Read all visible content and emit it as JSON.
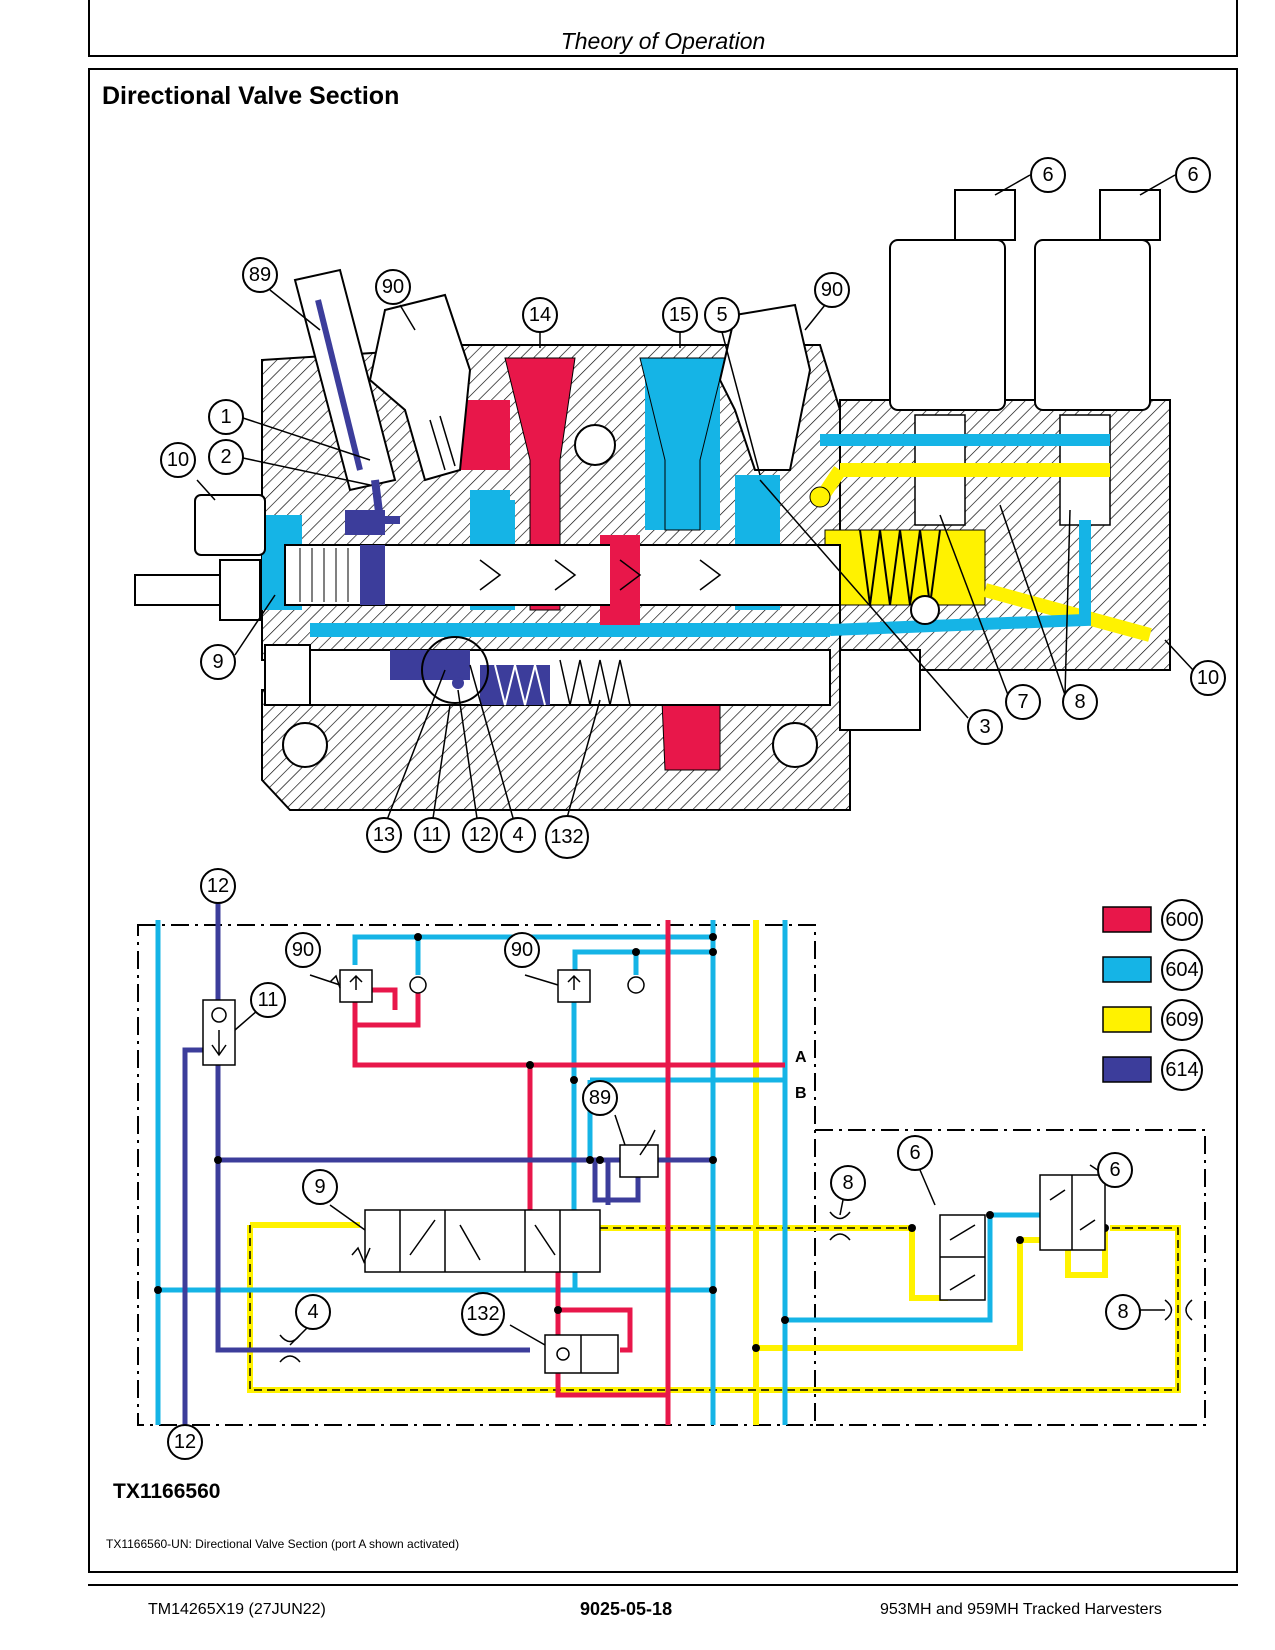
{
  "header": {
    "title": "Theory of Operation"
  },
  "section": {
    "title": "Directional Valve Section"
  },
  "colors": {
    "pressure": "#e8174a",
    "return": "#15b4e6",
    "pilot": "#fff200",
    "load_sense": "#3c3d9b"
  },
  "legend": [
    {
      "code": "600",
      "color": "#e8174a"
    },
    {
      "code": "604",
      "color": "#15b4e6"
    },
    {
      "code": "609",
      "color": "#fff200"
    },
    {
      "code": "614",
      "color": "#3c3d9b"
    }
  ],
  "callouts": {
    "c89": "89",
    "c90a": "90",
    "c14": "14",
    "c15": "15",
    "c5": "5",
    "c90b": "90",
    "c6a": "6",
    "c6b": "6",
    "c1": "1",
    "c2": "2",
    "c10a": "10",
    "c9": "9",
    "c10b": "10",
    "c7": "7",
    "c8a": "8",
    "c3": "3",
    "c13": "13",
    "c11": "11",
    "c12a": "12",
    "c4": "4",
    "c132": "132"
  },
  "schematic": {
    "c12top": "12",
    "c12bot": "12",
    "c90a": "90",
    "c90b": "90",
    "c11": "11",
    "c89": "89",
    "c9": "9",
    "c4": "4",
    "c132": "132",
    "c8a": "8",
    "c8b": "8",
    "c6a": "6",
    "c6b": "6",
    "port_a": "A",
    "port_b": "B"
  },
  "figure_id": "TX1166560",
  "caption": "TX1166560-UN: Directional Valve Section (port A shown activated)",
  "footer": {
    "left": "TM14265X19 (27JUN22)",
    "center": "9025-05-18",
    "right": "953MH and 959MH Tracked Harvesters"
  }
}
